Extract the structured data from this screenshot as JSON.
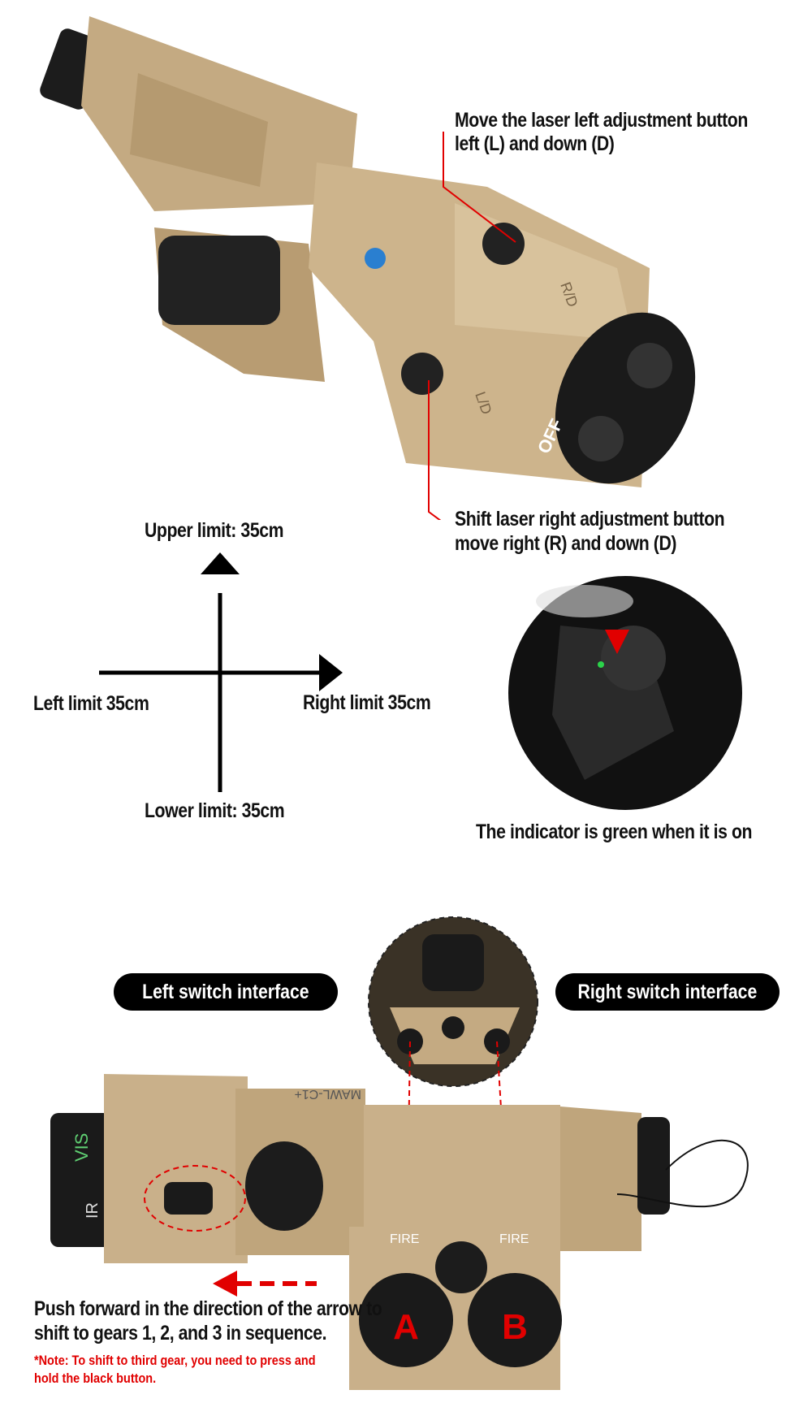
{
  "top": {
    "left_button_caption": [
      "Move the laser left adjustment button",
      "left (L) and down (D)"
    ],
    "right_button_caption": [
      "Shift laser right adjustment button",
      "move right (R) and down (D)"
    ],
    "device_labels": {
      "off": "OFF",
      "rd": "R/D",
      "ld": "L/D"
    }
  },
  "limits": {
    "upper": "Upper limit: 35cm",
    "lower": "Lower limit: 35cm",
    "left": "Left limit 35cm",
    "right": "Right limit 35cm"
  },
  "indicator": {
    "caption": "The indicator is green when it is on"
  },
  "switches": {
    "left_label": "Left switch interface",
    "right_label": "Right  switch interface",
    "button_a": "A",
    "button_b": "B",
    "vis": "VIS",
    "ir": "IR",
    "fire_left": "FIRE",
    "fire_right": "FIRE",
    "model": "MAWL-C1+"
  },
  "instructions": {
    "main": [
      "Push forward in the direction of the arrow to",
      "shift to gears 1, 2, and 3 in sequence."
    ],
    "note": [
      "*Note: To shift to third gear, you need to press and",
      " hold the black button."
    ]
  },
  "colors": {
    "accent_red": "#e10000",
    "tan": "#c9b08a",
    "indicator_green": "#2bd34a"
  }
}
